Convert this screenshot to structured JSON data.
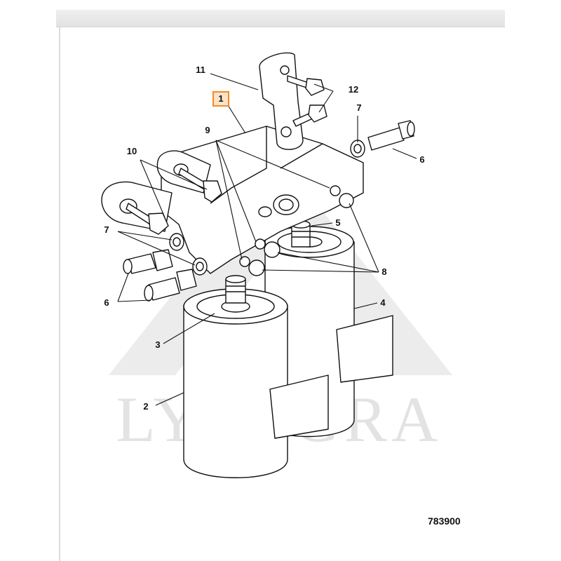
{
  "figure_number": "783900",
  "watermark_text": "LYTAGRA",
  "highlight_color": "#f28c28",
  "callouts": [
    {
      "id": "1",
      "label": "1",
      "highlighted": true
    },
    {
      "id": "2",
      "label": "2"
    },
    {
      "id": "3",
      "label": "3"
    },
    {
      "id": "4",
      "label": "4"
    },
    {
      "id": "5",
      "label": "5"
    },
    {
      "id": "6a",
      "label": "6"
    },
    {
      "id": "6b",
      "label": "6"
    },
    {
      "id": "7a",
      "label": "7"
    },
    {
      "id": "7b",
      "label": "7"
    },
    {
      "id": "8",
      "label": "8"
    },
    {
      "id": "9",
      "label": "9"
    },
    {
      "id": "10",
      "label": "10"
    },
    {
      "id": "11",
      "label": "11"
    },
    {
      "id": "12",
      "label": "12"
    }
  ]
}
